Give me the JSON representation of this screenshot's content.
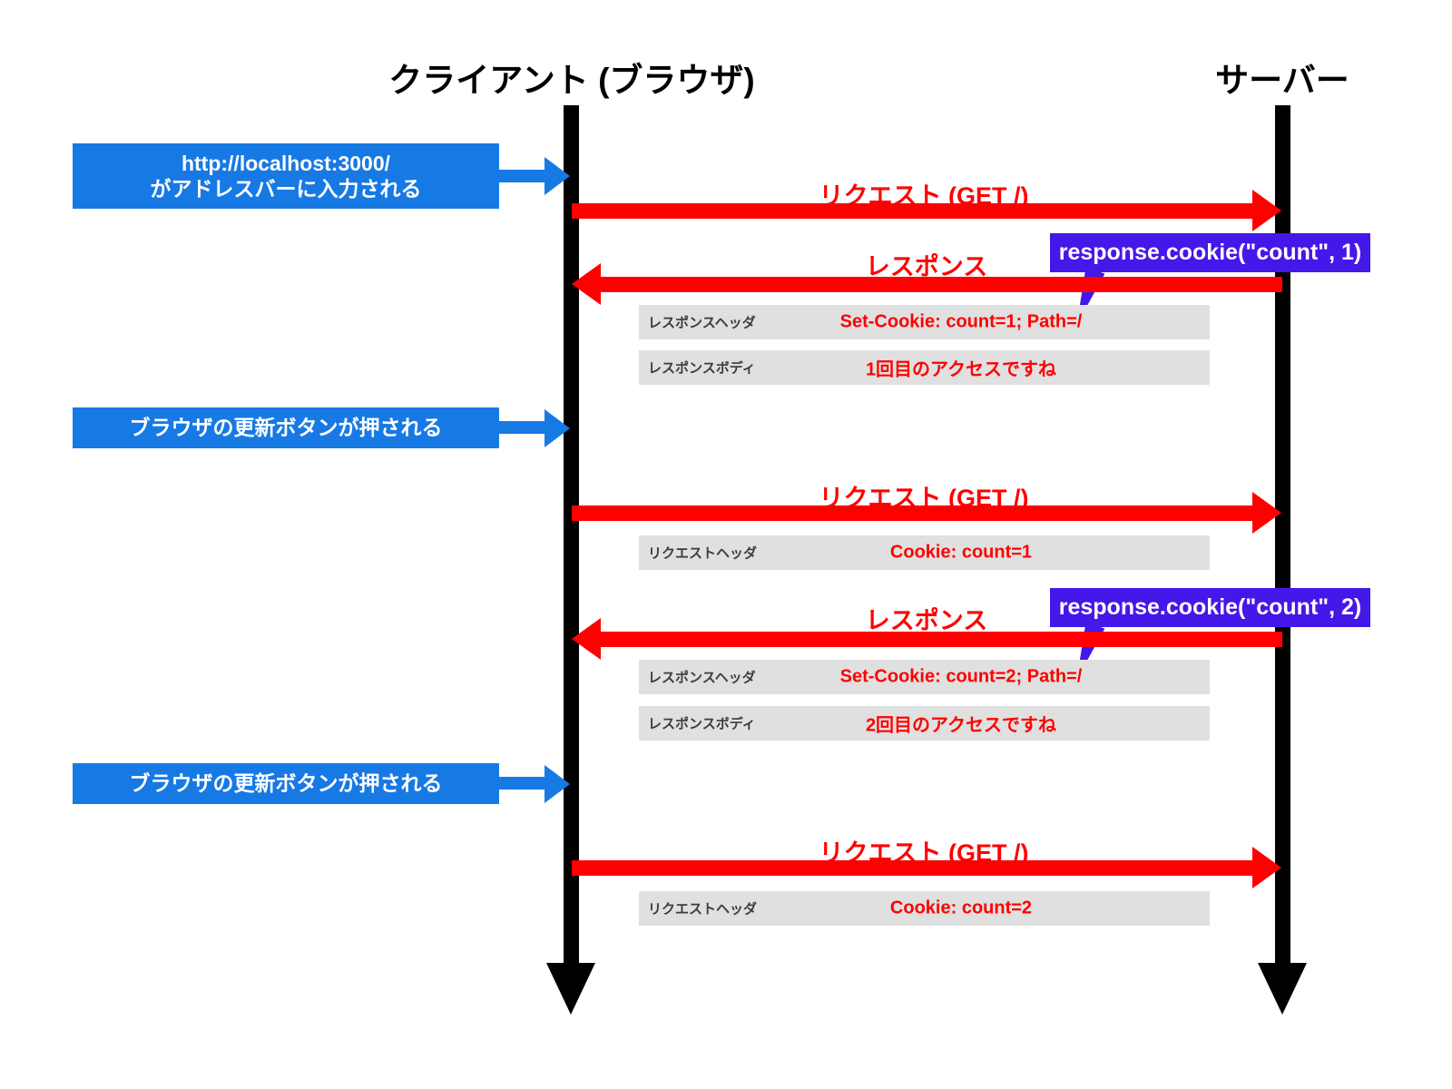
{
  "diagram": {
    "title_client": "クライアント (ブラウザ)",
    "title_server": "サーバー",
    "colors": {
      "blue_box": "#1779e4",
      "red_arrow": "#ff0000",
      "purple_callout": "#4318e8",
      "gray_row": "#e0e0e0",
      "lifeline": "#000000"
    }
  },
  "events": {
    "blue_1_line1": "http://localhost:3000/",
    "blue_1_line2": "がアドレスバーに入力される",
    "blue_2": "ブラウザの更新ボタンが押される",
    "blue_3": "ブラウザの更新ボタンが押される"
  },
  "messages": {
    "request_1": "リクエスト (GET /)",
    "response_1": "レスポンス",
    "request_2": "リクエスト (GET /)",
    "response_2": "レスポンス",
    "request_3": "リクエスト (GET /)"
  },
  "callouts": {
    "cookie_1": "response.cookie(\"count\", 1)",
    "cookie_2": "response.cookie(\"count\", 2)"
  },
  "details": [
    {
      "label": "レスポンスヘッダ",
      "value": "Set-Cookie: count=1; Path=/"
    },
    {
      "label": "レスポンスボディ",
      "value": "1回目のアクセスですね"
    },
    {
      "label": "リクエストヘッダ",
      "value": "Cookie: count=1"
    },
    {
      "label": "レスポンスヘッダ",
      "value": "Set-Cookie: count=2; Path=/"
    },
    {
      "label": "レスポンスボディ",
      "value": "2回目のアクセスですね"
    },
    {
      "label": "リクエストヘッダ",
      "value": "Cookie: count=2"
    }
  ]
}
